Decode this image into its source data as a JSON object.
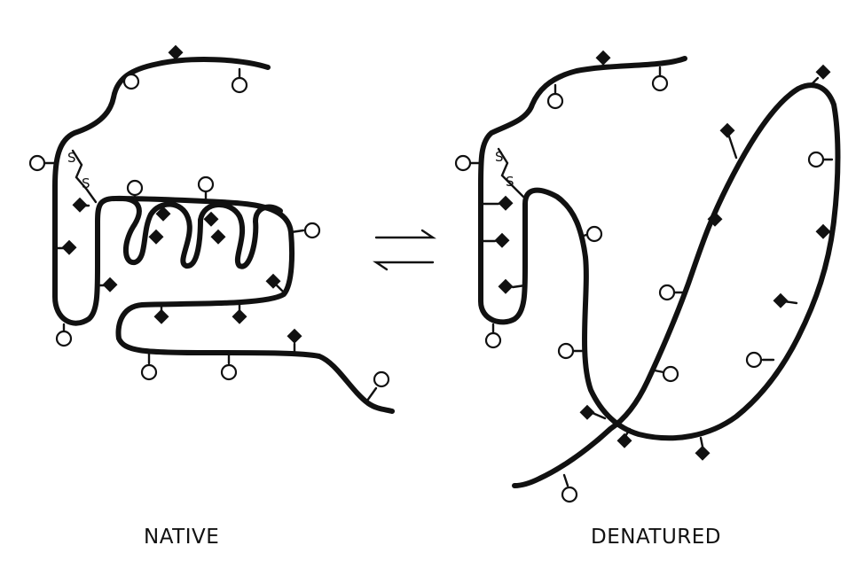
{
  "labels": {
    "native": "NATIVE",
    "denatured": "DENATURED",
    "disulfide_native": "S-S",
    "disulfide_denatured": "S-S"
  },
  "colors": {
    "ink": "#111111",
    "background": "#ffffff"
  },
  "legend_glyphs": {
    "open_circle": "polar-residue-icon",
    "filled_diamond": "charged-residue-icon",
    "arrows": "equilibrium-arrows-icon"
  }
}
